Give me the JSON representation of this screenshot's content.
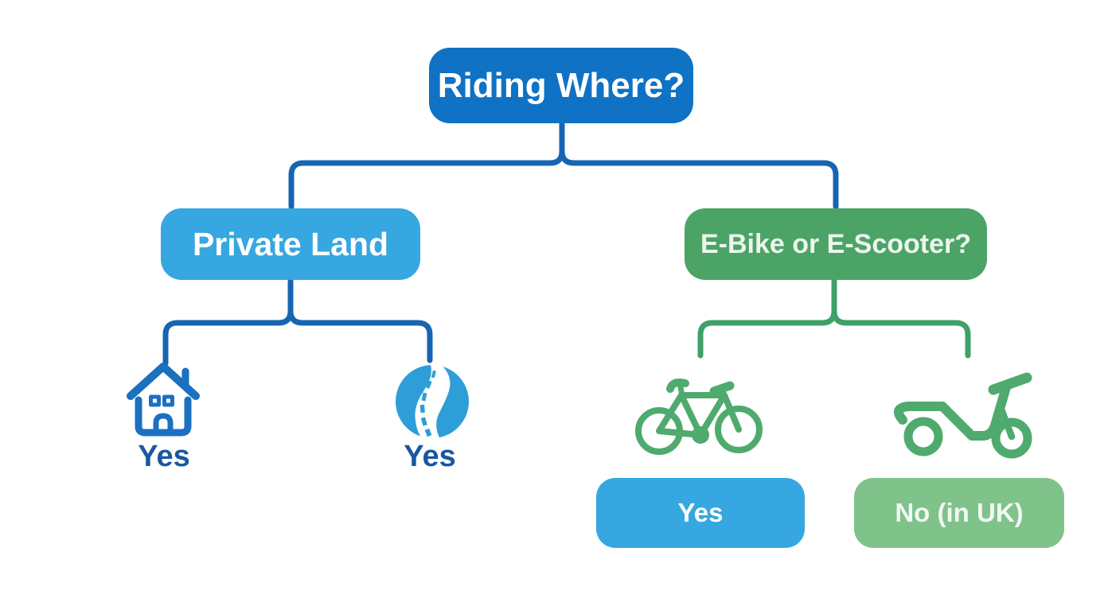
{
  "tree": {
    "root": {
      "label": "Riding Where?"
    },
    "branches": [
      {
        "label": "Private Land",
        "leaves": [
          {
            "icon": "house-icon",
            "label": "Yes"
          },
          {
            "icon": "private-road-icon",
            "label": "Yes"
          }
        ]
      },
      {
        "label": "E-Bike or E-Scooter?",
        "leaves": [
          {
            "icon": "bicycle-icon",
            "label": "Yes"
          },
          {
            "icon": "scooter-icon",
            "label": "No (in UK)"
          }
        ]
      }
    ]
  },
  "colors": {
    "root_box": "#0F72C4",
    "sky_blue_box": "#36A7E0",
    "green_box": "#4BA466",
    "light_green_box": "#7FC38A",
    "blue_connector": "#1765B2",
    "green_connector": "#3FA06A",
    "leaf_label_text": "#1A57A0",
    "house_icon": "#1B70C0",
    "road_circle_icon": "#2E9ED9",
    "vehicle_icons": "#4FAA6E",
    "box_text": "#FFFFFF"
  }
}
